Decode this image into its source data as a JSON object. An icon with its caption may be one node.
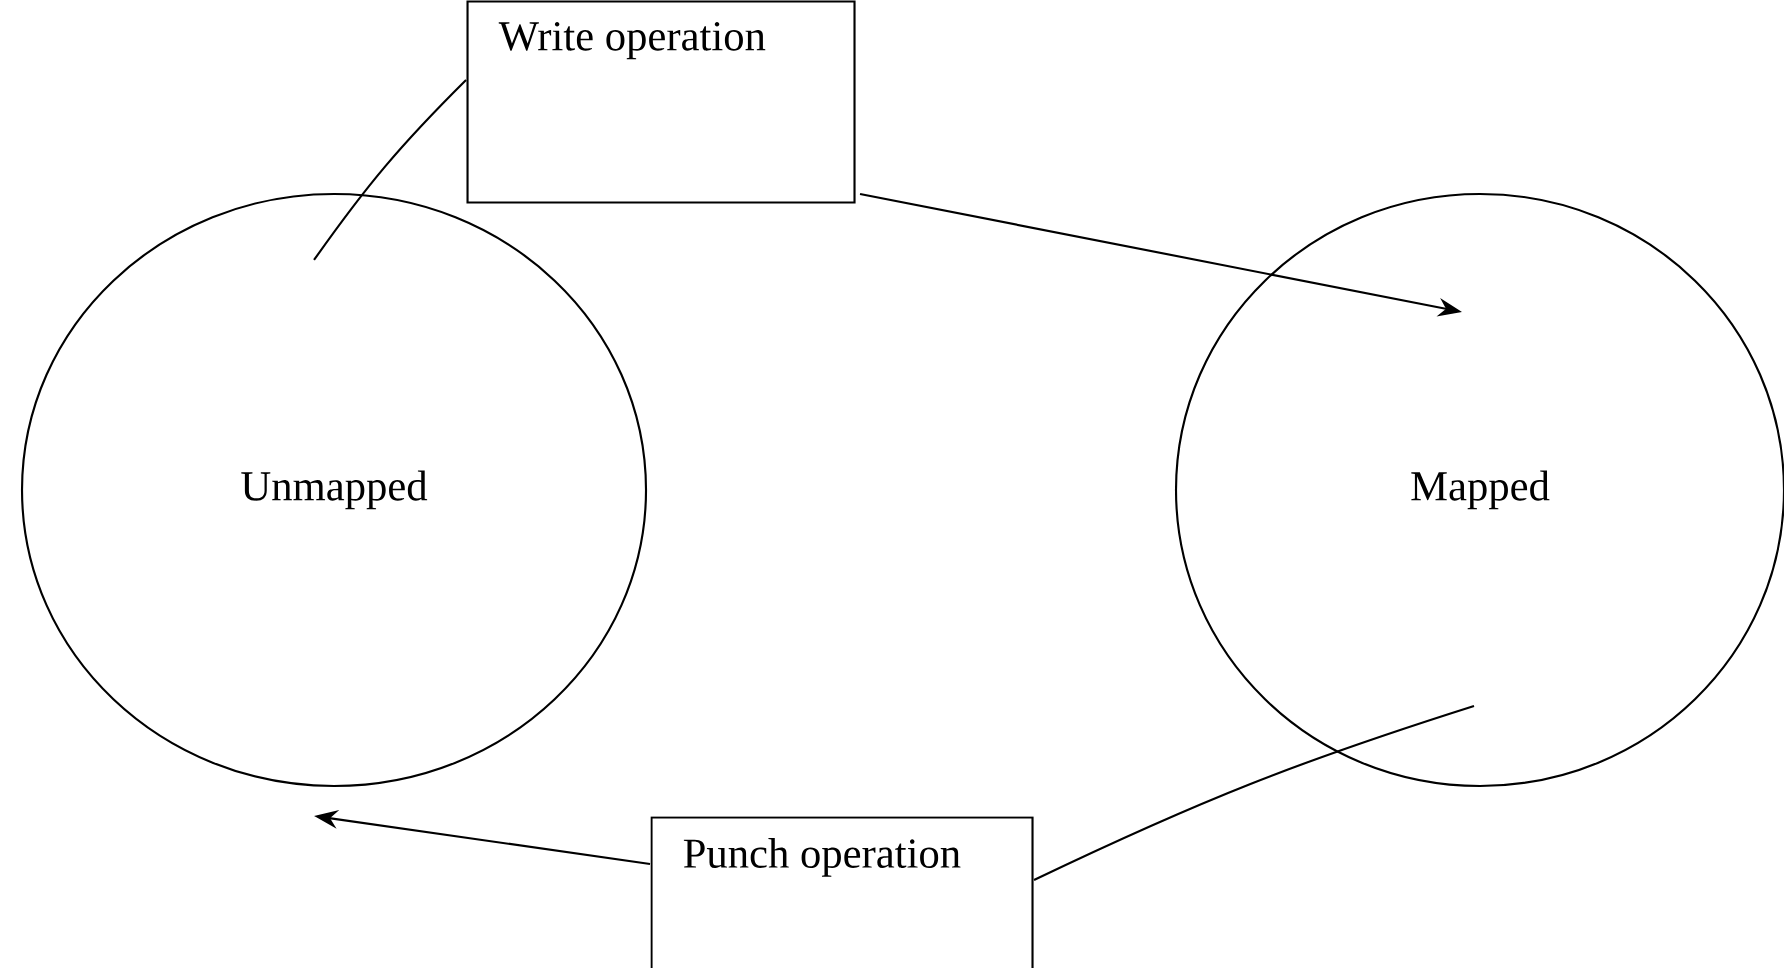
{
  "diagram": {
    "nodes": [
      {
        "text": [
          "Unmapped"
        ]
      },
      {
        "text": [
          "Mapped"
        ]
      },
      {
        "text": [
          "Write operation"
        ]
      },
      {
        "text": [
          "Punch operation"
        ]
      }
    ],
    "edges": [
      {
        "from": 0,
        "to": 2,
        "arrow": "none"
      },
      {
        "from": 2,
        "to": 1,
        "arrow": "to"
      },
      {
        "from": 1,
        "to": 3,
        "arrow": "none"
      },
      {
        "from": 3,
        "to": 0,
        "arrow": "to"
      }
    ]
  }
}
